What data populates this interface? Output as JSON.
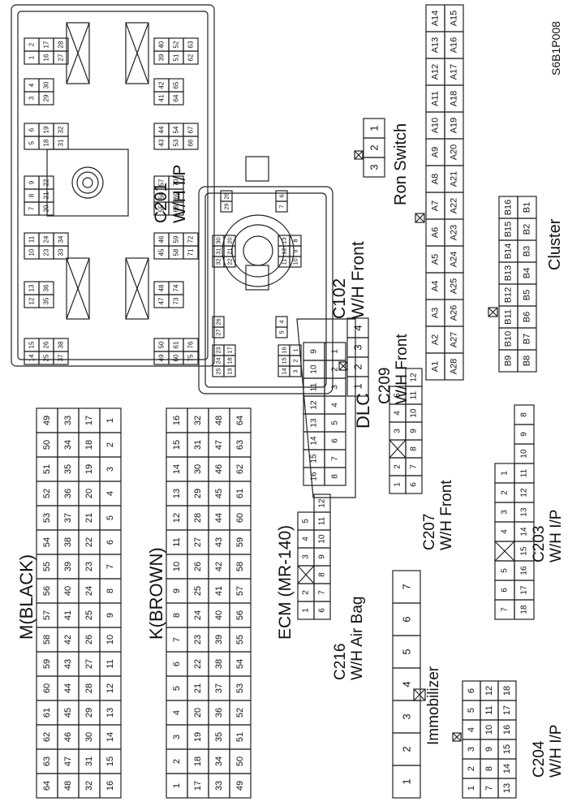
{
  "figure_code": "S6B1P008",
  "labels": {
    "c201": [
      "C201",
      "W/H I/P"
    ],
    "c102": [
      "C102",
      "W/H Front"
    ],
    "ron_switch": [
      "Ron Switch"
    ],
    "c209": [
      "C209",
      "W/H Front"
    ],
    "cluster": [
      "Cluster"
    ],
    "m_black": [
      "M(BLACK)"
    ],
    "k_brown": [
      "K(BROWN)"
    ],
    "ecm": [
      "ECM (MR-140)"
    ],
    "dlc": [
      "DLC"
    ],
    "c207": [
      "C207",
      "W/H Front"
    ],
    "c203": [
      "C203",
      "W/H I/P"
    ],
    "c216": [
      "C216",
      "W/H Air Bag"
    ],
    "immobilizer": [
      "Immobilizer"
    ],
    "c204": [
      "C204",
      "W/H I/P"
    ]
  },
  "connectors": {
    "m_black": {
      "name": "M(BLACK)",
      "rows": [
        [
          "64",
          "63",
          "62",
          "61",
          "60",
          "59",
          "58",
          "57",
          "56",
          "55",
          "54",
          "53",
          "52",
          "51",
          "50",
          "49"
        ],
        [
          "48",
          "47",
          "46",
          "45",
          "44",
          "43",
          "42",
          "41",
          "40",
          "39",
          "38",
          "37",
          "36",
          "35",
          "34",
          "33"
        ],
        [
          "32",
          "31",
          "30",
          "29",
          "28",
          "27",
          "26",
          "25",
          "24",
          "23",
          "22",
          "21",
          "20",
          "19",
          "18",
          "17"
        ],
        [
          "16",
          "15",
          "14",
          "13",
          "12",
          "11",
          "10",
          "9",
          "8",
          "7",
          "6",
          "5",
          "4",
          "3",
          "2",
          "1"
        ]
      ]
    },
    "k_brown": {
      "name": "K(BROWN)",
      "rows": [
        [
          "1",
          "2",
          "3",
          "4",
          "5",
          "6",
          "7",
          "8",
          "9",
          "10",
          "11",
          "12",
          "13",
          "14",
          "15",
          "16"
        ],
        [
          "17",
          "18",
          "19",
          "20",
          "21",
          "22",
          "23",
          "24",
          "25",
          "26",
          "27",
          "28",
          "29",
          "30",
          "31",
          "32"
        ],
        [
          "33",
          "34",
          "35",
          "36",
          "37",
          "38",
          "39",
          "40",
          "41",
          "42",
          "43",
          "44",
          "45",
          "46",
          "47",
          "48"
        ],
        [
          "49",
          "50",
          "51",
          "52",
          "53",
          "54",
          "55",
          "56",
          "57",
          "58",
          "59",
          "60",
          "61",
          "62",
          "63",
          "64"
        ]
      ]
    },
    "dlc": {
      "rows": [
        [
          "16",
          "15",
          "14",
          "13",
          "12",
          "11",
          "10",
          "9"
        ],
        [
          "8",
          "7",
          "6",
          "5",
          "4",
          "3",
          "2",
          "1"
        ]
      ]
    },
    "c216": {
      "rows": [
        [
          "1",
          "2",
          "",
          "3",
          "4",
          "5"
        ],
        [
          "6",
          "7",
          "8",
          "9",
          "10",
          "11",
          "12"
        ]
      ]
    },
    "c207": {
      "rows": [
        [
          "1",
          "2",
          "",
          "3",
          "4",
          "5"
        ],
        [
          "6",
          "7",
          "8",
          "9",
          "10",
          "11",
          "12"
        ]
      ]
    },
    "c203": {
      "rows": [
        [
          "7",
          "6",
          "5",
          "",
          "4",
          "3",
          "2",
          "1"
        ],
        [
          "18",
          "17",
          "16",
          "15",
          "14",
          "13",
          "12",
          "11",
          "10",
          "9",
          "8"
        ]
      ]
    },
    "c204": {
      "rows": [
        [
          "1",
          "2",
          "3",
          "4",
          "5",
          "6"
        ],
        [
          "7",
          "8",
          "9",
          "10",
          "11",
          "12"
        ],
        [
          "13",
          "14",
          "15",
          "16",
          "17",
          "18"
        ]
      ]
    },
    "immobilizer": {
      "pins": [
        "1",
        "2",
        "3",
        "4",
        "5",
        "6",
        "7"
      ]
    },
    "c209": {
      "pins": [
        "1",
        "2",
        "3",
        "4"
      ]
    },
    "ron_switch": {
      "pins": [
        "3",
        "2",
        "1"
      ]
    },
    "cluster_a": {
      "rows": [
        [
          "A1",
          "A2",
          "A3",
          "A4",
          "A5",
          "A6",
          "A7",
          "A8",
          "A9",
          "A10",
          "A11",
          "A12",
          "A13",
          "A14"
        ],
        [
          "A28",
          "A27",
          "A26",
          "A25",
          "A24",
          "A23",
          "A22",
          "A21",
          "A20",
          "A19",
          "A18",
          "A17",
          "A16",
          "A15"
        ]
      ]
    },
    "cluster_b": {
      "rows": [
        [
          "B9",
          "B10",
          "B11",
          "B12",
          "B13",
          "B14",
          "B15",
          "B16"
        ],
        [
          "B8",
          "B7",
          "B6",
          "B5",
          "B4",
          "B3",
          "B2",
          "B1"
        ]
      ]
    },
    "c201": {
      "blocks": [
        {
          "rows": [
            [
              "2",
              "1"
            ],
            [
              "17",
              "16"
            ],
            [
              "28",
              "27"
            ]
          ]
        },
        {
          "rows": [
            [
              "4",
              "3"
            ],
            [
              "30",
              "29"
            ]
          ]
        },
        {
          "rows": [
            [
              "6",
              "5"
            ],
            [
              "19",
              "18"
            ],
            [
              "32",
              "31"
            ]
          ]
        },
        {
          "rows": [
            [
              "9",
              "8",
              "7"
            ],
            [
              "22",
              "21",
              "20"
            ]
          ]
        },
        {
          "rows": [
            [
              "11",
              "10"
            ],
            [
              "24",
              "23"
            ],
            [
              "34",
              "33"
            ]
          ]
        },
        {
          "rows": [
            [
              "13",
              "12"
            ],
            [
              "36",
              "35"
            ]
          ]
        },
        {
          "rows": [
            [
              "15",
              "14"
            ],
            [
              "26",
              "25"
            ],
            [
              "38",
              "37"
            ]
          ]
        },
        {
          "rows": [
            [
              "40",
              "39"
            ],
            [
              "52",
              "51"
            ],
            [
              "63",
              "62"
            ]
          ]
        },
        {
          "rows": [
            [
              "42",
              "41"
            ],
            [
              "65",
              "64"
            ]
          ]
        },
        {
          "rows": [
            [
              "44",
              "43"
            ],
            [
              "54",
              "53"
            ],
            [
              "67",
              "66"
            ]
          ]
        },
        {
          "rows": [
            [
              "57",
              "56",
              "55"
            ],
            [
              "70",
              "69",
              "68"
            ]
          ]
        },
        {
          "rows": [
            [
              "46",
              "45"
            ],
            [
              "59",
              "58"
            ],
            [
              "72",
              "71"
            ]
          ]
        },
        {
          "rows": [
            [
              "48",
              "47"
            ],
            [
              "74",
              "73"
            ]
          ]
        },
        {
          "rows": [
            [
              "50",
              "49"
            ],
            [
              "61",
              "60"
            ],
            [
              "76",
              "75"
            ]
          ]
        }
      ]
    },
    "c102": {
      "blocks": [
        {
          "rows": [
            [
              "30",
              "31",
              "32"
            ],
            [
              "20",
              "21",
              "22"
            ]
          ]
        },
        {
          "rows": [
            [
              "13",
              "12",
              "11"
            ],
            [
              "8",
              "9",
              "10"
            ]
          ]
        },
        {
          "rows": [
            [
              "28",
              "29"
            ]
          ]
        },
        {
          "rows": [
            [
              "6",
              "7"
            ]
          ]
        },
        {
          "rows": [
            [
              "26",
              "27"
            ]
          ]
        },
        {
          "rows": [
            [
              "4",
              "5"
            ]
          ]
        },
        {
          "rows": [
            [
              "23",
              "24",
              "25"
            ],
            [
              "17",
              "18",
              "19"
            ]
          ]
        },
        {
          "rows": [
            [
              "16",
              "15",
              "14"
            ],
            [
              "1",
              "2",
              "3"
            ]
          ]
        }
      ]
    }
  }
}
